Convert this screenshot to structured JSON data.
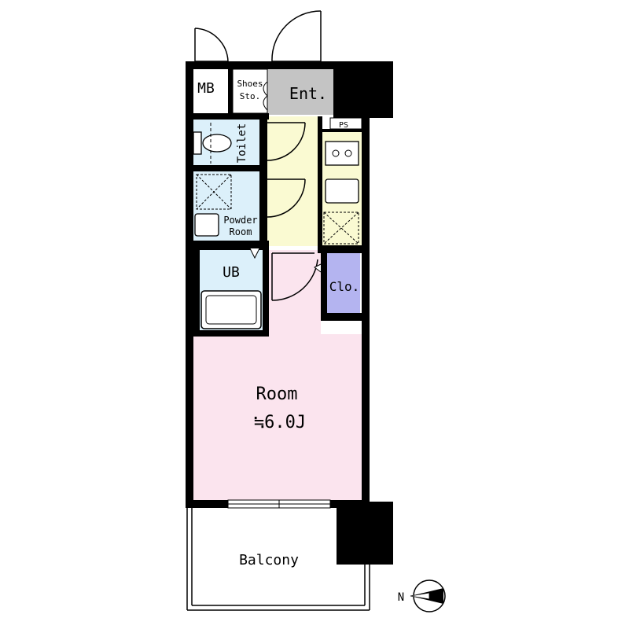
{
  "labels": {
    "mb": "MB",
    "shoes_line1": "Shoes",
    "shoes_line2": "Sto.",
    "entrance": "Ent.",
    "ps": "PS",
    "toilet": "Toilet",
    "powder_line1": "Powder",
    "powder_line2": "Room",
    "ub": "UB",
    "closet": "Clo.",
    "room": "Room",
    "room_size": "≒6.0J",
    "balcony": "Balcony",
    "north": "N"
  },
  "colors": {
    "wall": "#000000",
    "toilet_zone": "#dcf0fa",
    "corridor": "#fafad2",
    "room": "#fbe4ee",
    "closet": "#b4b4f0",
    "entrance": "#c4c4c4",
    "ub_zone": "#dcf0fa"
  }
}
